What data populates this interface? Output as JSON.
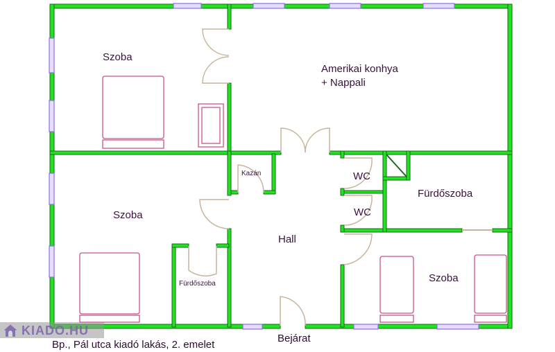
{
  "rooms": {
    "bedroom_top": "Szoba",
    "living": "Amerikai konhya",
    "living2": "+ Nappali",
    "kazan": "Kazán",
    "wc1": "WC",
    "wc2": "WC",
    "bathroom_right": "Fürdőszoba",
    "bedroom_left": "Szoba",
    "hall": "Hall",
    "bathroom_small": "Fürdőszoba",
    "bedroom_right": "Szoba"
  },
  "entrance": "Bejárat",
  "caption": "Bp., Pál utca kiadó lakás, 2. emelet",
  "logo": "KIADO.HU",
  "colors": {
    "wall": "#22e022",
    "window": "#8a6ee0",
    "furniture": "#c8508a",
    "text": "#3a0f3e"
  }
}
